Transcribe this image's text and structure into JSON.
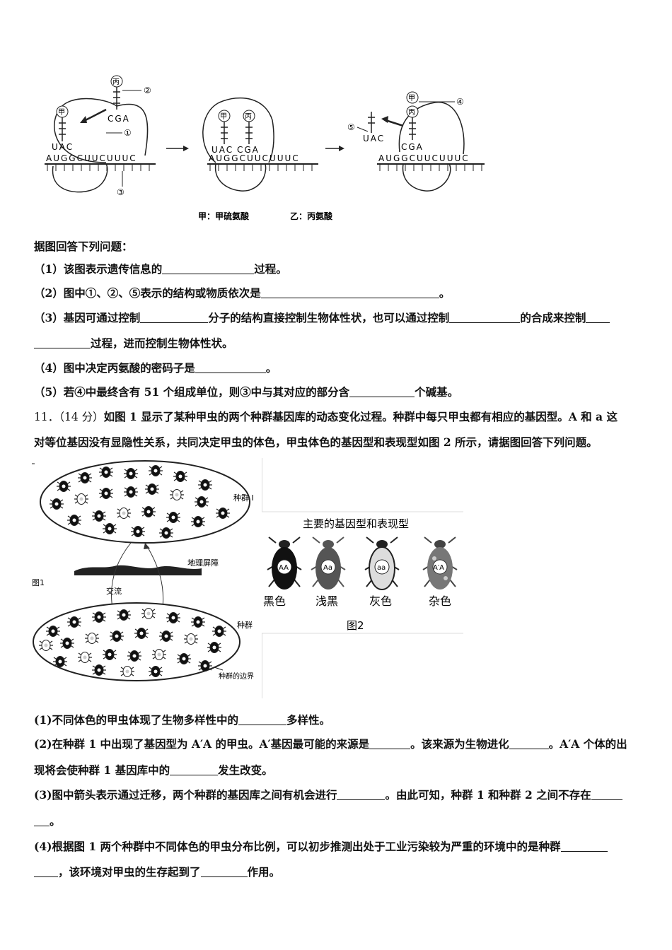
{
  "fig_top": {
    "label_jia": "甲",
    "label_bing": "丙",
    "codon_uac": "UAC",
    "codon_cga": "CGA",
    "mrna": "AUGGCUUCUUUC",
    "num1": "①",
    "num2": "②",
    "num3": "③",
    "num4": "④",
    "num5": "⑤",
    "legend_jia": "甲：甲硫氨酸",
    "legend_yi": "乙：丙氨酸"
  },
  "q10": {
    "intro": "据图回答下列问题：",
    "p1_a": "（1）该图表示遗传信息的",
    "p1_b": "过程。",
    "p2_a": "（2）图中①、②、⑤表示的结构或物质依次是",
    "p2_b": "。",
    "p3_a": "（3）基因可通过控制",
    "p3_b": "分子的结构直接控制生物体性状，也可以通过控制",
    "p3_c": "的合成来控制",
    "p3_d": "过程，进而控制生物体性状。",
    "p4_a": "（4）图中决定丙氨酸的密码子是",
    "p4_b": "。",
    "p5_a": "（5）若④中最终含有 51 个组成单位，则③中与其对应的部分含",
    "p5_b": "个碱基。"
  },
  "q11": {
    "num": "11．（14 分）",
    "intro_1": "如图 1 显示了某种甲虫的两个种群基因库的动态变化过程。种群中每只甲虫都有相应的基因型。A 和 a 这",
    "intro_2": "对等位基因没有显隐性关系，共同决定甲虫的体色，甲虫体色的基因型和表现型如图 2 所示，请据图回答下列问题。",
    "p1_a": "(1)不同体色的甲虫体现了生物多样性中的",
    "p1_b": "多样性。",
    "p2_a": "(2)在种群 1 中出现了基因型为 A′A 的甲虫。A′基因最可能的来源是",
    "p2_b": "。该来源为生物进化",
    "p2_c": "。A′A 个体的出",
    "p2_d": "现将会使种群 1 基因库中的",
    "p2_e": "发生改变。",
    "p3_a": "(3)图中箭头表示通过迁移，两个种群的基因库之间有机会进行",
    "p3_b": "。由此可知，种群 1 和种群 2 之间不存在",
    "p3_c": "。",
    "p4_a": "(4)根据图 1 两个种群中不同体色的甲虫分布比例，可以初步推测出处于工业污染较为严重的环境中的是种群",
    "p4_b": "，该环境对甲虫的生存起到了",
    "p4_c": "作用。"
  },
  "fig1": {
    "label_fig": "图1",
    "pop1": "种群 I",
    "barrier": "地理屏障",
    "exchange": "交流",
    "pop2": "种群",
    "boundary": "种群的边界"
  },
  "fig2": {
    "title": "主要的基因型和表现型",
    "g1": "AA",
    "g2": "Aa",
    "g3": "aa",
    "g4": "A′A",
    "c1": "黑色",
    "c2": "浅黑",
    "c3": "灰色",
    "c4": "杂色",
    "caption": "图2"
  }
}
